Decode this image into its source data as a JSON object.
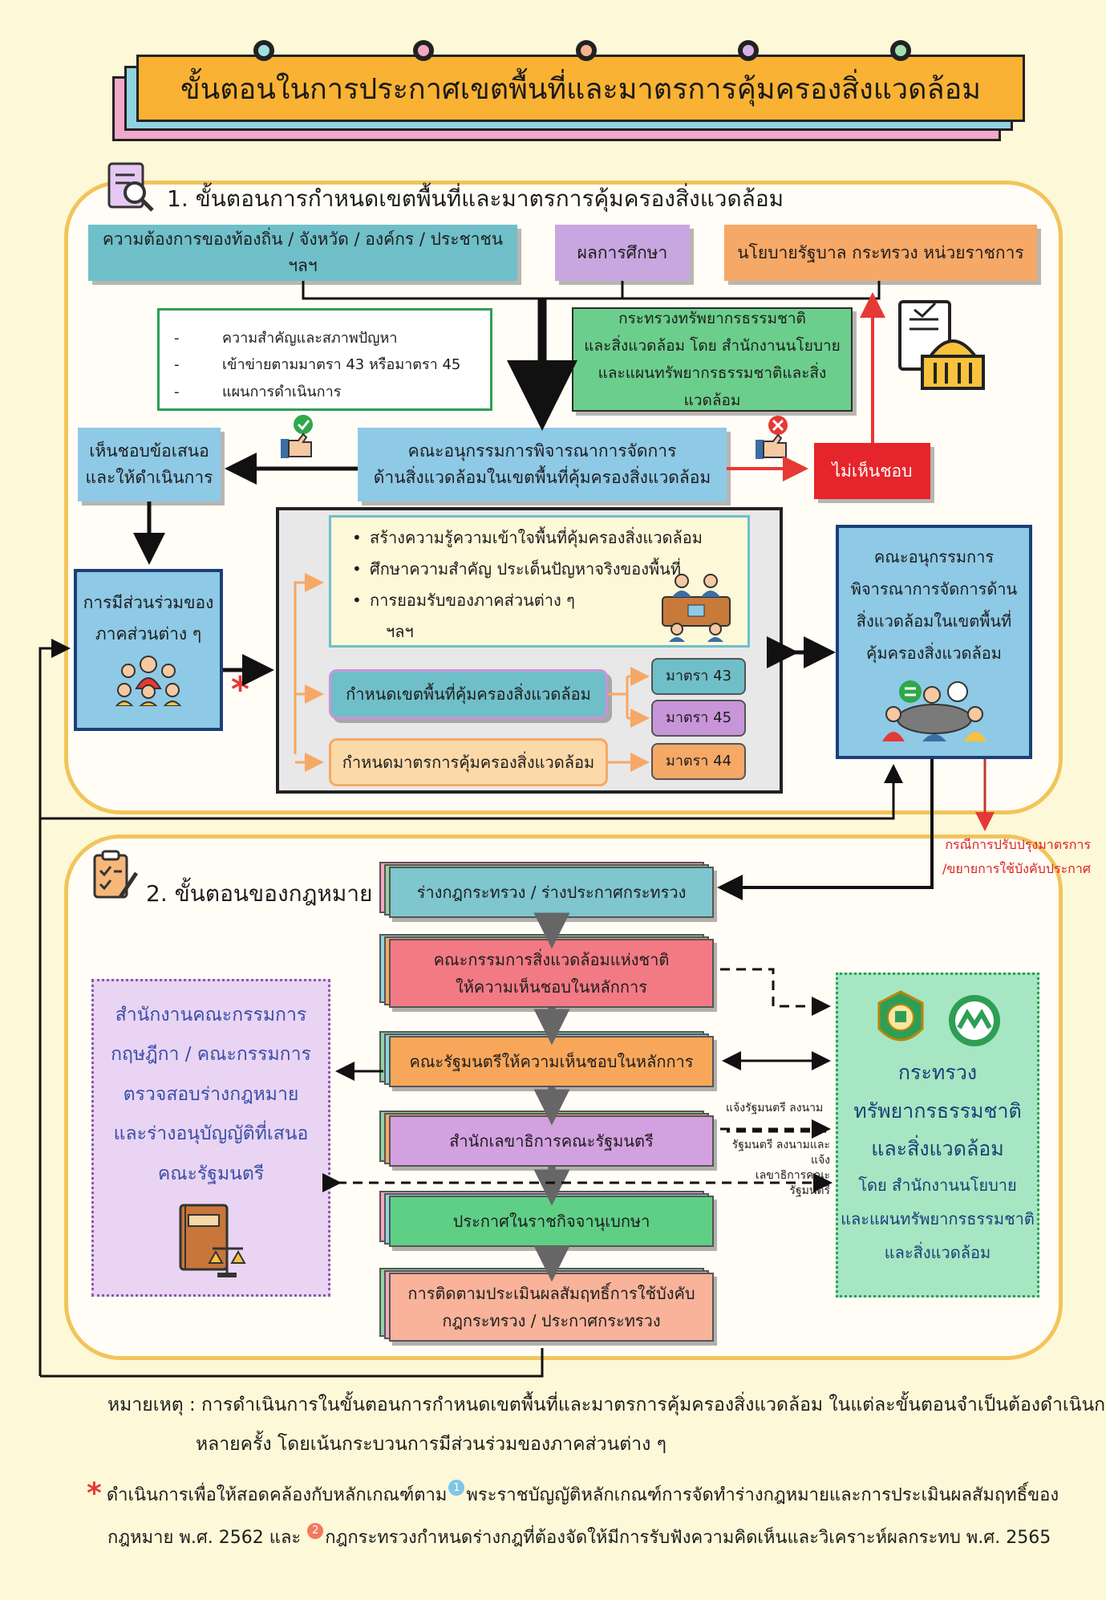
{
  "title": "ขั้นตอนในการประกาศเขตพื้นที่และมาตรการคุ้มครองสิ่งแวดล้อม",
  "colors": {
    "background": "#fdf8d8",
    "title_fill": "#f9b233",
    "panel_border": "#f2c45a",
    "accent_red": "#e53935"
  },
  "section1": {
    "heading": "1. ขั้นตอนการกำหนดเขตพื้นที่และมาตรการคุ้มครองสิ่งแวดล้อม",
    "local_needs": "ความต้องการของท้องถิ่น / จังหวัด / องค์กร / ประชาชน ฯลฯ",
    "study_results": "ผลการศึกษา",
    "gov_policy": "นโยบายรัฐบาล กระทรวง หน่วยราชการ",
    "criteria": [
      "ความสำคัญและสภาพปัญหา",
      "เข้าข่ายตามมาตรา 43 หรือมาตรา 45",
      "แผนการดำเนินการ"
    ],
    "ministry": [
      "กระทรวงทรัพยากรธรรมชาติ",
      "และสิ่งแวดล้อม โดย สำนักงานนโยบาย",
      "และแผนทรัพยากรธรรมชาติและสิ่งแวดล้อม"
    ],
    "approve": [
      "เห็นชอบข้อเสนอ",
      "และให้ดำเนินการ"
    ],
    "subcommittee": [
      "คณะอนุกรรมการพิจารณาการจัดการ",
      "ด้านสิ่งแวดล้อมในเขตพื้นที่คุ้มครองสิ่งแวดล้อม"
    ],
    "reject": "ไม่เห็นชอบ",
    "participation": [
      "การมีส่วนร่วมของ",
      "ภาคส่วนต่าง ๆ"
    ],
    "bullets": [
      "สร้างความรู้ความเข้าใจพื้นที่คุ้มครองสิ่งแวดล้อม",
      "ศึกษาความสำคัญ ประเด็นปัญหาจริงของพื้นที่",
      "การยอมรับของภาคส่วนต่าง ๆ",
      "ฯลฯ"
    ],
    "define_area": "กำหนดเขตพื้นที่คุ้มครองสิ่งแวดล้อม",
    "define_measures": "กำหนดมาตรการคุ้มครองสิ่งแวดล้อม",
    "section43": "มาตรา 43",
    "section45": "มาตรา 45",
    "section44": "มาตรา 44",
    "subcommittee_right": [
      "คณะอนุกรรมการ",
      "พิจารณาการจัดการด้าน",
      "สิ่งแวดล้อมในเขตพื้นที่",
      "คุ้มครองสิ่งแวดล้อม"
    ],
    "revision_note": [
      "กรณีการปรับปรุงมาตรการ",
      "/ขยายการใช้บังคับประกาศ"
    ]
  },
  "section2": {
    "heading": "2. ขั้นตอนของกฎหมาย",
    "steps": [
      [
        "ร่างกฎกระทรวง / ร่างประกาศกระทรวง"
      ],
      [
        "คณะกรรมการสิ่งแวดล้อมแห่งชาติ",
        "ให้ความเห็นชอบในหลักการ"
      ],
      [
        "คณะรัฐมนตรีให้ความเห็นชอบในหลักการ"
      ],
      [
        "สำนักเลขาธิการคณะรัฐมนตรี"
      ],
      [
        "ประกาศในราชกิจจานุเบกษา"
      ],
      [
        "การติดตามประเมินผลสัมฤทธิ์การใช้บังคับ",
        "กฎกระทรวง / ประกาศกระทรวง"
      ]
    ],
    "council": [
      "สำนักงานคณะกรรมการ",
      "กฤษฎีกา / คณะกรรมการ",
      "ตรวจสอบร่างกฎหมาย",
      "และร่างอนุบัญญัติที่เสนอ",
      "คณะรัฐมนตรี"
    ],
    "ministry_big": [
      "กระทรวง",
      "ทรัพยากรธรรมชาติ",
      "และสิ่งแวดล้อม"
    ],
    "ministry_small": [
      "โดย สำนักงานนโยบาย",
      "และแผนทรัพยากรธรรมชาติ",
      "และสิ่งแวดล้อม"
    ],
    "notify_minister": "แจ้งรัฐมนตรี ลงนาม",
    "minister_sign": [
      "รัฐมนตรี ลงนามและแจ้ง",
      "เลขาธิการคณะรัฐมนตรี"
    ]
  },
  "note": {
    "label": "หมายเหตุ :",
    "line1": "การดำเนินการในขั้นตอนการกำหนดเขตพื้นที่และมาตรการคุ้มครองสิ่งแวดล้อม ในแต่ละขั้นตอนจำเป็นต้องดำเนินการ",
    "line2": "หลายครั้ง โดยเน้นกระบวนการมีส่วนร่วมของภาคส่วนต่าง ๆ"
  },
  "footnote": {
    "star": "*",
    "part1": "ดำเนินการเพื่อให้สอดคล้องกับหลักเกณฑ์ตาม",
    "num1": "1",
    "part2": "พระราชบัญญัติหลักเกณฑ์การจัดทำร่างกฎหมายและการประเมินผลสัมฤทธิ์ของ",
    "part3": "กฎหมาย พ.ศ. 2562 และ",
    "num2": "2",
    "part4": "กฎกระทรวงกำหนดร่างกฎที่ต้องจัดให้มีการรับฟังความคิดเห็นและวิเคราะห์ผลกระทบ พ.ศ. 2565"
  }
}
